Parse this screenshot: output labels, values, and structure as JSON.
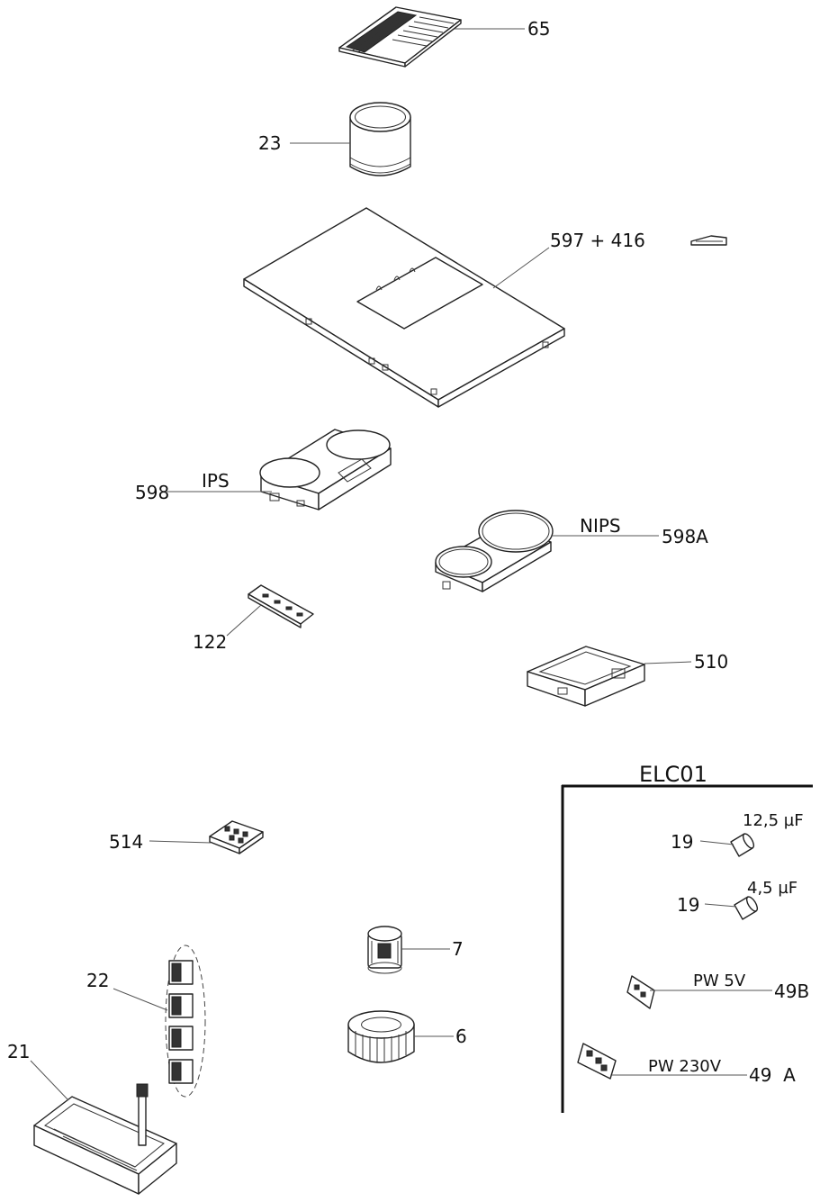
{
  "parts": {
    "p65": "65",
    "p23": "23",
    "p597": "597 + 416",
    "p598": "598",
    "ips": "IPS",
    "nips": "NIPS",
    "p598a": "598A",
    "p122": "122",
    "p510": "510",
    "p514": "514",
    "p7": "7",
    "p6": "6",
    "p22": "22",
    "p21": "21"
  },
  "elc": {
    "title": "ELC01",
    "cap1_num": "19",
    "cap1_val": "12,5 µF",
    "cap2_num": "19",
    "cap2_val": "4,5 µF",
    "pw5_label": "PW 5V",
    "pw5_num": "49B",
    "pw230_label": "PW 230V",
    "pw230_num": "49  A"
  }
}
